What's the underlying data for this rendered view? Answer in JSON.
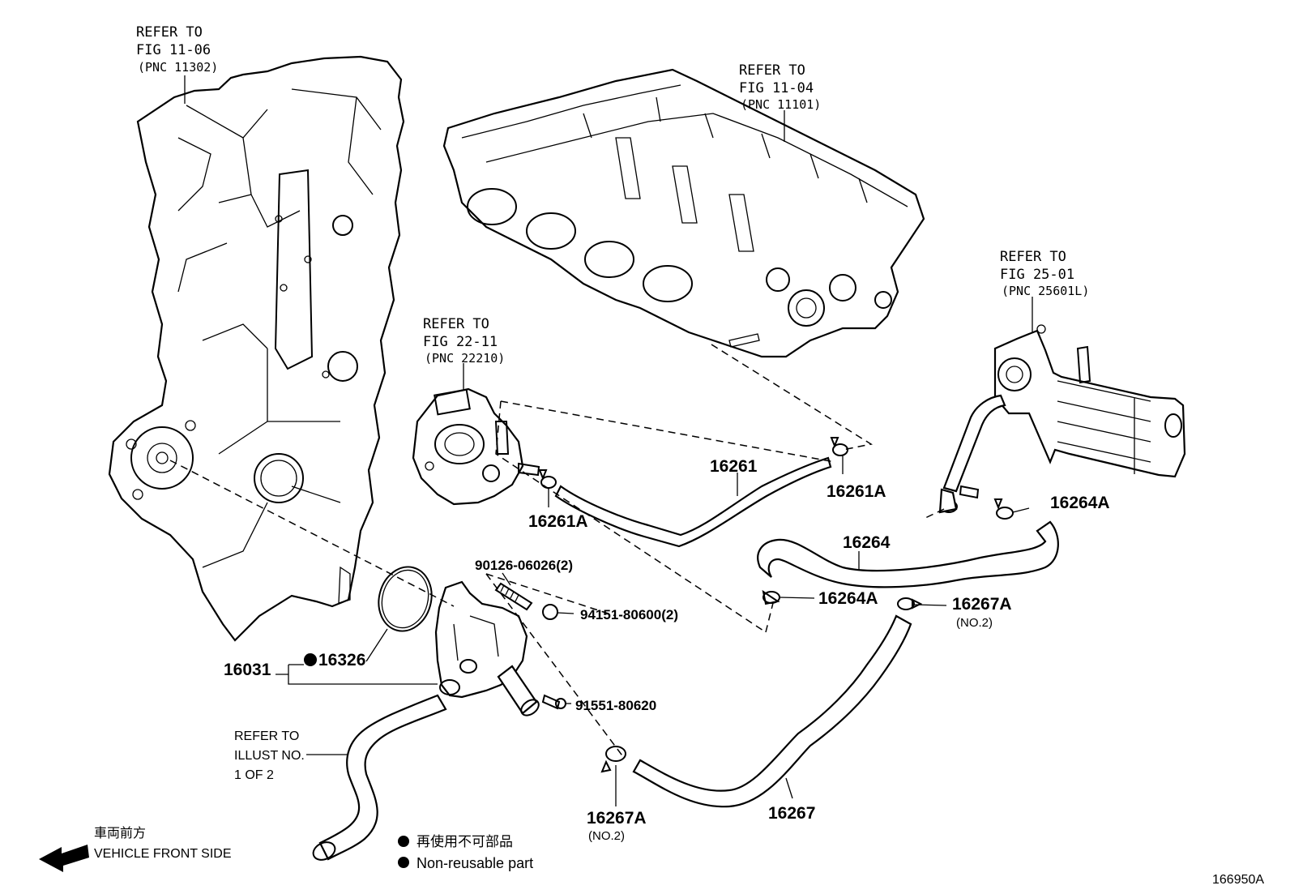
{
  "refs": {
    "timing_cover": {
      "line1": "REFER TO",
      "line2": "FIG 11-06",
      "line3": "(PNC 11302)"
    },
    "cylinder_head": {
      "line1": "REFER TO",
      "line2": "FIG 11-04",
      "line3": "(PNC 11101)"
    },
    "throttle_body": {
      "line1": "REFER TO",
      "line2": "FIG 22-11",
      "line3": "(PNC 22210)"
    },
    "egr_cooler": {
      "line1": "REFER TO",
      "line2": "FIG 25-01",
      "line3": "(PNC 25601L)"
    },
    "illust": {
      "line1": "REFER TO",
      "line2": "ILLUST NO.",
      "line3": "1 OF 2"
    }
  },
  "parts": {
    "p16261": "16261",
    "p16261a_right": "16261A",
    "p16261a_left": "16261A",
    "p16264": "16264",
    "p16264a_top": "16264A",
    "p16264a_bottom": "16264A",
    "p16267a_right": "16267A",
    "p16267a_right_sub": "(NO.2)",
    "p16267a_bottom": "16267A",
    "p16267a_bottom_sub": "(NO.2)",
    "p16267": "16267",
    "p90126": "90126-06026(2)",
    "p94151": "94151-80600(2)",
    "p91551": "91551-80620",
    "p16031": "16031",
    "p16326": "16326"
  },
  "legend": {
    "direction_jp": "車両前方",
    "direction_en": "VEHICLE FRONT SIDE",
    "nonreuse_jp": "再使用不可部品",
    "nonreuse_en": "Non-reusable part"
  },
  "illustration_id": "166950A"
}
